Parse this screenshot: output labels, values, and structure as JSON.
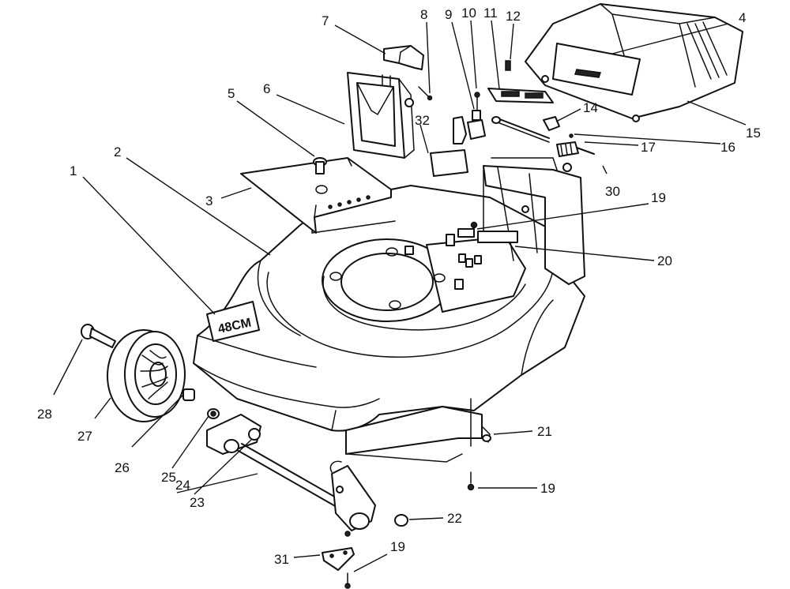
{
  "decal_text": "48CM",
  "callouts": [
    {
      "id": "c1",
      "label": "1"
    },
    {
      "id": "c2",
      "label": "2"
    },
    {
      "id": "c3",
      "label": "3"
    },
    {
      "id": "c4",
      "label": "4"
    },
    {
      "id": "c5",
      "label": "5"
    },
    {
      "id": "c6",
      "label": "6"
    },
    {
      "id": "c7",
      "label": "7"
    },
    {
      "id": "c8",
      "label": "8"
    },
    {
      "id": "c9",
      "label": "9"
    },
    {
      "id": "c10",
      "label": "10"
    },
    {
      "id": "c11",
      "label": "11"
    },
    {
      "id": "c12",
      "label": "12"
    },
    {
      "id": "c14",
      "label": "14"
    },
    {
      "id": "c15",
      "label": "15"
    },
    {
      "id": "c16",
      "label": "16"
    },
    {
      "id": "c17",
      "label": "17"
    },
    {
      "id": "c19a",
      "label": "19"
    },
    {
      "id": "c19b",
      "label": "19"
    },
    {
      "id": "c19c",
      "label": "19"
    },
    {
      "id": "c20",
      "label": "20"
    },
    {
      "id": "c21",
      "label": "21"
    },
    {
      "id": "c22",
      "label": "22"
    },
    {
      "id": "c23",
      "label": "23"
    },
    {
      "id": "c24",
      "label": "24"
    },
    {
      "id": "c25",
      "label": "25"
    },
    {
      "id": "c26",
      "label": "26"
    },
    {
      "id": "c27",
      "label": "27"
    },
    {
      "id": "c28",
      "label": "28"
    },
    {
      "id": "c30",
      "label": "30"
    },
    {
      "id": "c31",
      "label": "31"
    },
    {
      "id": "c32",
      "label": "32"
    }
  ]
}
